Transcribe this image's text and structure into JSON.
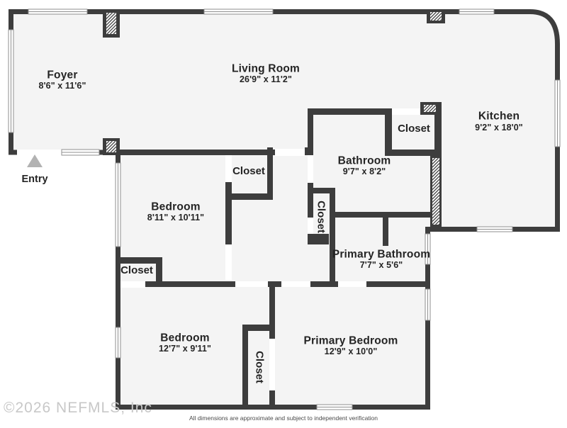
{
  "meta": {
    "watermark": "©2026 NEFMLS, Inc",
    "disclaimer": "All dimensions are approximate and subject to independent verification"
  },
  "entry": {
    "label": "Entry"
  },
  "rooms": [
    {
      "id": "foyer",
      "name": "Foyer",
      "dims": "8'6\" x 11'6\""
    },
    {
      "id": "living-room",
      "name": "Living Room",
      "dims": "26'9\" x 11'2\""
    },
    {
      "id": "kitchen",
      "name": "Kitchen",
      "dims": "9'2\" x 18'0\""
    },
    {
      "id": "bathroom",
      "name": "Bathroom",
      "dims": "9'7\" x 8'2\""
    },
    {
      "id": "bedroom",
      "name": "Bedroom",
      "dims": "8'11\" x 10'11\""
    },
    {
      "id": "primary-bathroom",
      "name": "Primary Bathroom",
      "dims": "7'7\" x 5'6\""
    },
    {
      "id": "bedroom-2",
      "name": "Bedroom",
      "dims": "12'7\" x 9'11\""
    },
    {
      "id": "primary-bedroom",
      "name": "Primary Bedroom",
      "dims": "12'9\" x 10'0\""
    }
  ],
  "closets": [
    {
      "id": "kitchen-closet",
      "label": "Closet"
    },
    {
      "id": "bedroom-closet",
      "label": "Closet"
    },
    {
      "id": "hall-closet",
      "label": "Closet"
    },
    {
      "id": "bedroom2-closet",
      "label": "Closet"
    },
    {
      "id": "primary-closet",
      "label": "Closet"
    }
  ],
  "colors": {
    "wall": "#3d3d3d",
    "floor": "#f4f4f4",
    "door_opening": "#ffffff",
    "window_line": "#8f8f8f",
    "entry_arrow": "#b2b2b2",
    "watermark": "#c8c8c8"
  }
}
